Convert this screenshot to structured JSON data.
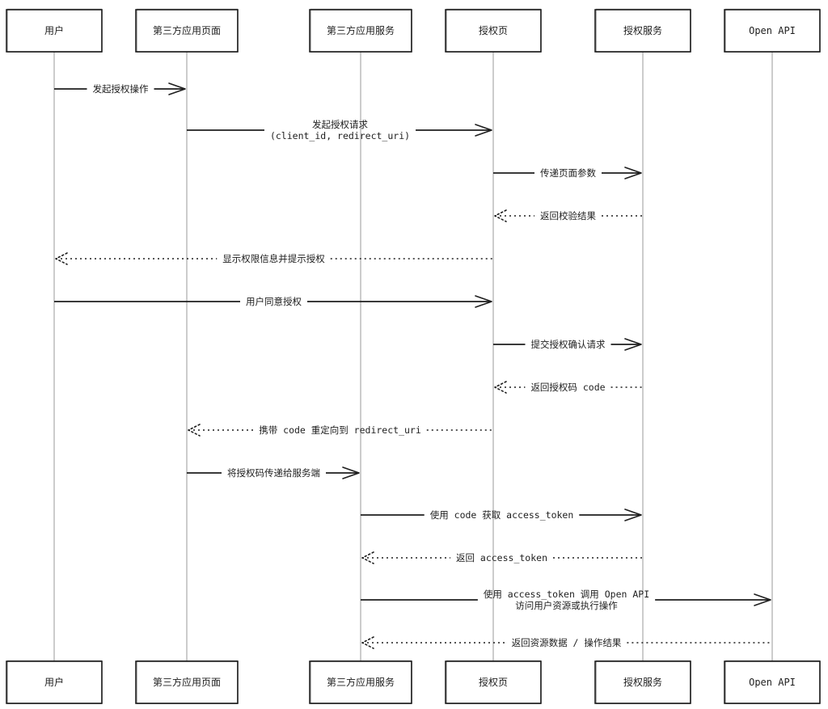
{
  "participants": [
    {
      "id": "user",
      "label": "用户"
    },
    {
      "id": "page",
      "label": "第三方应用页面"
    },
    {
      "id": "svc",
      "label": "第三方应用服务"
    },
    {
      "id": "authpage",
      "label": "授权页"
    },
    {
      "id": "authsvc",
      "label": "授权服务"
    },
    {
      "id": "api",
      "label": "Open API"
    }
  ],
  "messages": [
    {
      "from": "user",
      "to": "page",
      "style": "solid",
      "lines": [
        "发起授权操作"
      ]
    },
    {
      "from": "page",
      "to": "authpage",
      "style": "solid",
      "lines": [
        "发起授权请求",
        "(client_id, redirect_uri)"
      ]
    },
    {
      "from": "authpage",
      "to": "authsvc",
      "style": "solid",
      "lines": [
        "传递页面参数"
      ]
    },
    {
      "from": "authsvc",
      "to": "authpage",
      "style": "dashed",
      "lines": [
        "返回校验结果"
      ]
    },
    {
      "from": "authpage",
      "to": "user",
      "style": "dashed",
      "lines": [
        "显示权限信息并提示授权"
      ]
    },
    {
      "from": "user",
      "to": "authpage",
      "style": "solid",
      "lines": [
        "用户同意授权"
      ]
    },
    {
      "from": "authpage",
      "to": "authsvc",
      "style": "solid",
      "lines": [
        "提交授权确认请求"
      ]
    },
    {
      "from": "authsvc",
      "to": "authpage",
      "style": "dashed",
      "lines": [
        "返回授权码 code"
      ]
    },
    {
      "from": "authpage",
      "to": "page",
      "style": "dashed",
      "lines": [
        "携带 code 重定向到 redirect_uri"
      ]
    },
    {
      "from": "page",
      "to": "svc",
      "style": "solid",
      "lines": [
        "将授权码传递给服务端"
      ]
    },
    {
      "from": "svc",
      "to": "authsvc",
      "style": "solid",
      "lines": [
        "使用 code 获取 access_token"
      ]
    },
    {
      "from": "authsvc",
      "to": "svc",
      "style": "dashed",
      "lines": [
        "返回 access_token"
      ]
    },
    {
      "from": "svc",
      "to": "api",
      "style": "solid",
      "lines": [
        "使用 access_token 调用 Open API",
        "访问用户资源或执行操作"
      ]
    },
    {
      "from": "api",
      "to": "svc",
      "style": "dashed",
      "lines": [
        "返回资源数据 / 操作结果"
      ]
    }
  ]
}
